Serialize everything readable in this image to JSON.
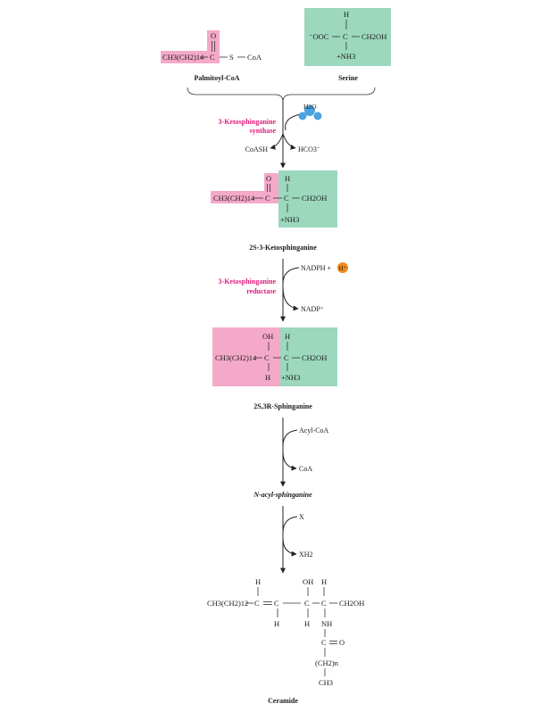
{
  "colors": {
    "pink": "#f5a9c9",
    "green": "#9bd8bd",
    "enzyme": "#e0187c",
    "water": "#4aa3e0",
    "proton": "#f08a1c"
  },
  "palmitoyl": {
    "tail": "CH3(CH2)14",
    "carbonyl_o": "O",
    "carbon": "C",
    "s": "S",
    "coa": "CoA",
    "name": "Palmitoyl-CoA"
  },
  "serine": {
    "h": "H",
    "carboxylate": "⁻OOC",
    "carbon": "C",
    "ch2oh": "CH2OH",
    "amine": "+NH3",
    "name": "Serine"
  },
  "step1": {
    "enzyme_line1": "3-Ketosphinganine",
    "enzyme_line2": "synthase",
    "water": "H2O",
    "coash": "CoASH",
    "bicarb": "HCO3⁻"
  },
  "keto": {
    "o": "O",
    "h": "H",
    "tail": "CH3(CH2)14",
    "c1": "C",
    "c2": "C",
    "ch2oh": "CH2OH",
    "amine": "+NH3",
    "name": "2S-3-Ketosphinganine"
  },
  "step2": {
    "enzyme_line1": "3-Ketosphinganine",
    "enzyme_line2": "reductase",
    "nadph": "NADPH +",
    "proton": "H⁺",
    "nadp": "NADP⁺"
  },
  "sphing": {
    "oh": "OH",
    "h_top": "H",
    "tail": "CH3(CH2)14",
    "c1": "C",
    "c2": "C",
    "ch2oh": "CH2OH",
    "h_bottom": "H",
    "amine": "+NH3",
    "name": "2S,3R-Sphinganine"
  },
  "step3": {
    "acylcoa": "Acyl-CoA",
    "coa": "CoA"
  },
  "nacyl": {
    "name": "N-acyl-sphinganine"
  },
  "step4": {
    "x": "X",
    "xh2": "XH2"
  },
  "ceramide": {
    "h1": "H",
    "oh": "OH",
    "h2": "H",
    "tail": "CH3(CH2)12",
    "c1": "C",
    "c2": "C",
    "c3": "C",
    "c4": "C",
    "ch2oh": "CH2OH",
    "h3": "H",
    "h4": "H",
    "nh": "NH",
    "co_c": "C",
    "co_o": "O",
    "chain": "(CH2)n",
    "ch3": "CH3",
    "name": "Ceramide"
  }
}
